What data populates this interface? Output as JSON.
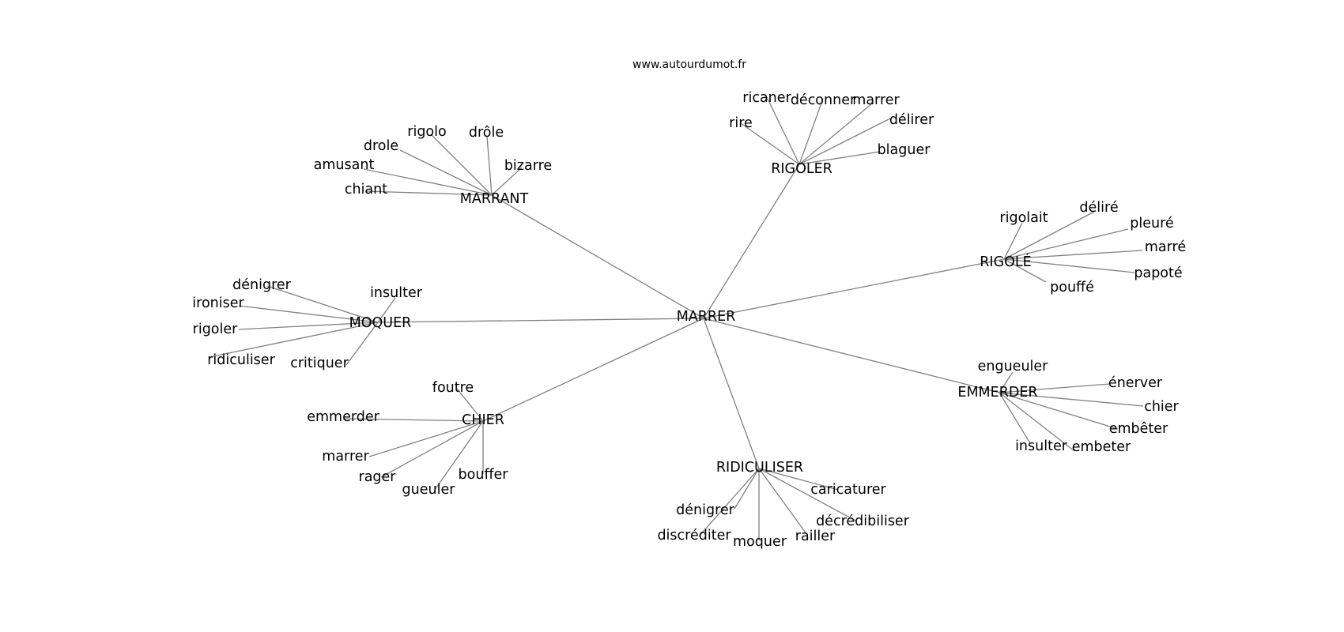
{
  "source": "www.autourdumot.fr",
  "center": "MARRER",
  "clusters": [
    {
      "hub": "MARRANT",
      "words": [
        "rigolo",
        "drôle",
        "drole",
        "bizarre",
        "amusant",
        "chiant"
      ]
    },
    {
      "hub": "RIGOLER",
      "words": [
        "ricaner",
        "déconner",
        "marrer",
        "rire",
        "délirer",
        "blaguer"
      ]
    },
    {
      "hub": "RIGOLÉ",
      "words": [
        "déliré",
        "rigolait",
        "pleuré",
        "marré",
        "papoté",
        "pouffé"
      ]
    },
    {
      "hub": "MOQUER",
      "words": [
        "dénigrer",
        "insulter",
        "ironiser",
        "rigoler",
        "ridiculiser",
        "critiquer"
      ]
    },
    {
      "hub": "EMMERDER",
      "words": [
        "engueuler",
        "énerver",
        "chier",
        "embêter",
        "insulter",
        "embeter"
      ]
    },
    {
      "hub": "CHIER",
      "words": [
        "foutre",
        "emmerder",
        "marrer",
        "rager",
        "bouffer",
        "gueuler"
      ]
    },
    {
      "hub": "RIDICULISER",
      "words": [
        "caricaturer",
        "dénigrer",
        "décrédibiliser",
        "discréditer",
        "railler",
        "moquer"
      ]
    }
  ]
}
